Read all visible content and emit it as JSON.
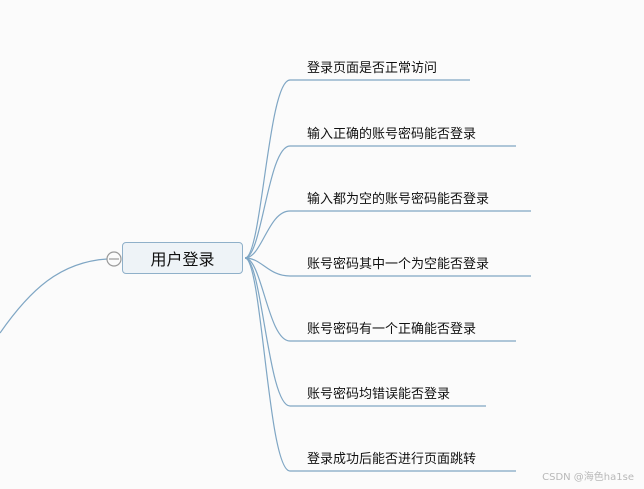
{
  "root": {
    "label": "用户登录"
  },
  "topics": [
    {
      "label": "登录页面是否正常访问"
    },
    {
      "label": "输入正确的账号密码能否登录"
    },
    {
      "label": "输入都为空的账号密码能否登录"
    },
    {
      "label": "账号密码其中一个为空能否登录"
    },
    {
      "label": "账号密码有一个正确能否登录"
    },
    {
      "label": "账号密码均错误能否登录"
    },
    {
      "label": "登录成功后能否进行页面跳转"
    }
  ],
  "watermark": "CSDN @海色ha1se",
  "colors": {
    "line": "#7fa6c4",
    "node_bg": "#eef3f7",
    "node_border": "#8fb0c9"
  }
}
